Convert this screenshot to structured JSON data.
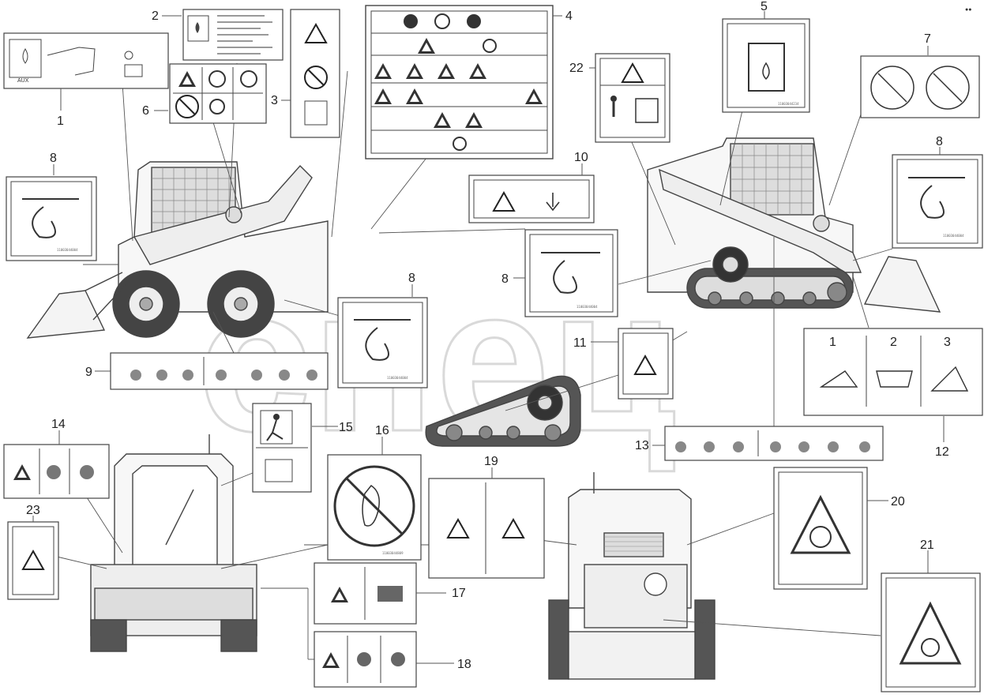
{
  "corner_mark": "●●",
  "watermark": "спец",
  "callouts": {
    "c1": "1",
    "c2": "2",
    "c3": "3",
    "c4": "4",
    "c5": "5",
    "c6": "6",
    "c7": "7",
    "c8a": "8",
    "c8b": "8",
    "c8c": "8",
    "c8d": "8",
    "c9": "9",
    "c10": "10",
    "c11": "11",
    "c12": "12",
    "c13": "13",
    "c14": "14",
    "c15": "15",
    "c16": "16",
    "c17": "17",
    "c18": "18",
    "c19": "19",
    "c20": "20",
    "c21": "21",
    "c22": "22",
    "c23": "23"
  },
  "decal1": {
    "text": "AUX"
  },
  "decal12": {
    "steps": [
      "1",
      "2",
      "3"
    ]
  },
  "decal_codes": {
    "d8a": "11003044004",
    "d8b": "11003044004",
    "d8c": "11003044004",
    "d8d": "11003044004",
    "d5": "11003044234",
    "d16": "11003044809"
  }
}
